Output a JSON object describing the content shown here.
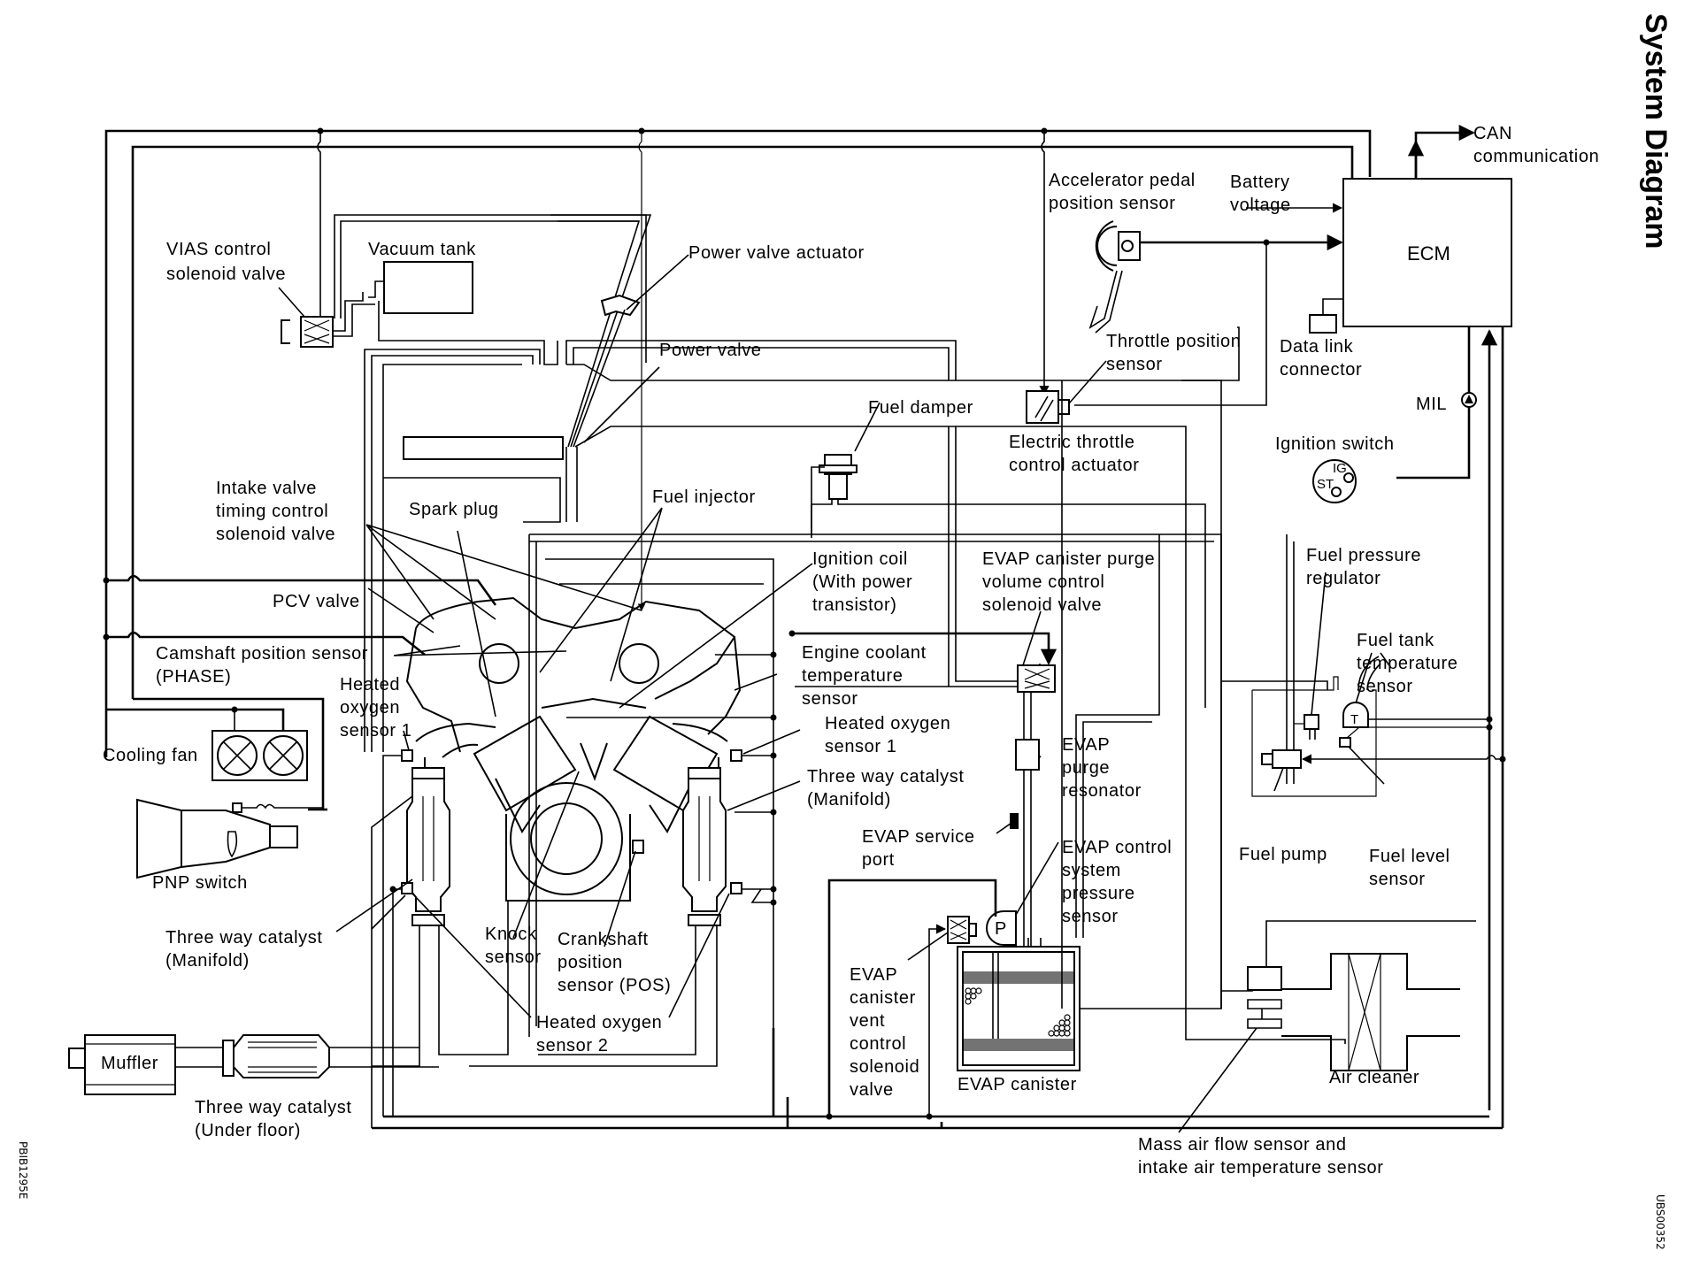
{
  "title": "System Diagram",
  "figure_code_left": "PBIB1295E",
  "figure_code_right": "UBS00352",
  "colors": {
    "line": "#000000",
    "background": "#ffffff"
  },
  "ecm": {
    "label": "ECM",
    "inputs": {
      "can": [
        "CAN",
        "communication"
      ],
      "battery": [
        "Battery",
        "voltage"
      ]
    },
    "mil": "MIL",
    "ignition_switch": {
      "label": "Ignition switch",
      "positions": [
        "IG",
        "ST"
      ]
    },
    "data_link_connector": [
      "Data link",
      "connector"
    ]
  },
  "labels": {
    "vias": [
      "VIAS control",
      "solenoid valve"
    ],
    "vacuum_tank": "Vacuum tank",
    "power_valve_actuator": "Power valve actuator",
    "power_valve": "Power valve",
    "accelerator_pedal": [
      "Accelerator pedal",
      "position sensor"
    ],
    "throttle_position": [
      "Throttle position",
      "sensor"
    ],
    "fuel_damper": "Fuel damper",
    "electric_throttle": [
      "Electric throttle",
      "control actuator"
    ],
    "intake_valve_timing": [
      "Intake valve",
      "timing control",
      "solenoid valve"
    ],
    "spark_plug": "Spark plug",
    "fuel_injector": "Fuel injector",
    "ignition_coil": [
      "Ignition coil",
      "(With power",
      "transistor)"
    ],
    "evap_purge_valve": [
      "EVAP canister purge",
      "volume control",
      "solenoid valve"
    ],
    "pcv_valve": "PCV valve",
    "camshaft_sensor": [
      "Camshaft position sensor",
      "(PHASE)"
    ],
    "ho2s1_left": [
      "Heated",
      "oxygen",
      "sensor 1"
    ],
    "engine_coolant": [
      "Engine coolant",
      "temperature",
      "sensor"
    ],
    "ho2s1_right": [
      "Heated oxygen",
      "sensor 1"
    ],
    "twc_manifold_right": [
      "Three way catalyst",
      "(Manifold)"
    ],
    "cooling_fan": "Cooling fan",
    "pnp_switch": "PNP switch",
    "twc_manifold_left": [
      "Three way catalyst",
      "(Manifold)"
    ],
    "knock_sensor": [
      "Knock",
      "sensor"
    ],
    "crankshaft_sensor": [
      "Crankshaft",
      "position",
      "sensor (POS)"
    ],
    "ho2s2": [
      "Heated oxygen",
      "sensor 2"
    ],
    "muffler": "Muffler",
    "twc_underfloor": [
      "Three way catalyst",
      "(Under floor)"
    ],
    "evap_resonator": [
      "EVAP",
      "purge",
      "resonator"
    ],
    "evap_service_port": [
      "EVAP service",
      "port"
    ],
    "evap_pressure_sensor": [
      "EVAP control",
      "system",
      "pressure",
      "sensor"
    ],
    "evap_vent_valve": [
      "EVAP",
      "canister",
      "vent",
      "control",
      "solenoid",
      "valve"
    ],
    "evap_canister": "EVAP canister",
    "fuel_pressure_regulator": [
      "Fuel pressure",
      "regulator"
    ],
    "fuel_tank_temp": [
      "Fuel tank",
      "temperature",
      "sensor"
    ],
    "fuel_pump": "Fuel pump",
    "fuel_level": [
      "Fuel level",
      "sensor"
    ],
    "air_cleaner": "Air cleaner",
    "maf_sensor": [
      "Mass air flow sensor and",
      "intake air temperature sensor"
    ],
    "pressure_symbol": "P",
    "temp_symbol": "T"
  }
}
